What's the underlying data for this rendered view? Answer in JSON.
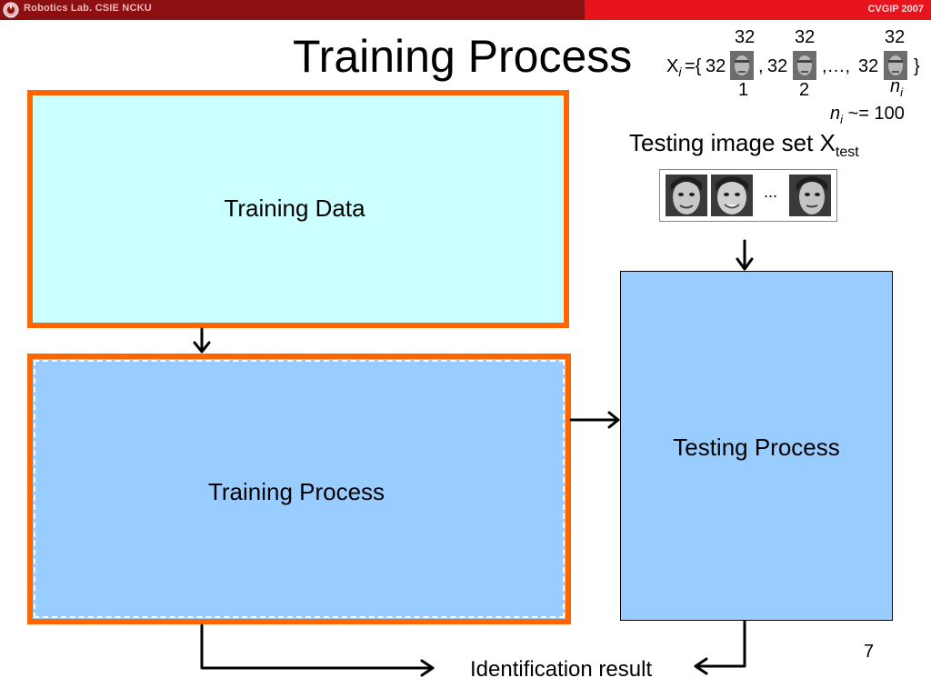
{
  "header": {
    "lab_name": "Robotics Lab. CSIE NCKU",
    "conference": "CVGIP 2007",
    "logo_icon": "lab-seal-icon"
  },
  "title": "Training Process",
  "boxes": {
    "training_data": "Training Data",
    "training_process": "Training Process",
    "testing_process": "Testing Process"
  },
  "testing_set": {
    "label": "Testing image set X",
    "label_sub": "test",
    "ellipsis": "..."
  },
  "formula": {
    "xi_prefix": "X",
    "xi_sub": "i",
    "eq_open": "={",
    "dim": "32",
    "comma": ",",
    "ellipsis_sep": ",…,",
    "close": "}",
    "idx_1": "1",
    "idx_2": "2",
    "n_i": "n",
    "n_i_sub": "i",
    "n_note_var": "n",
    "n_note_sub": "i",
    "n_note_rest": " ~= 100"
  },
  "output_label": "Identification result",
  "page_number": "7",
  "colors": {
    "orange_border": "#ff6600",
    "cyan_fill": "#ccffff",
    "blue_fill": "#99ccff",
    "header_dark": "#8c0f12",
    "header_red": "#e8141d"
  }
}
